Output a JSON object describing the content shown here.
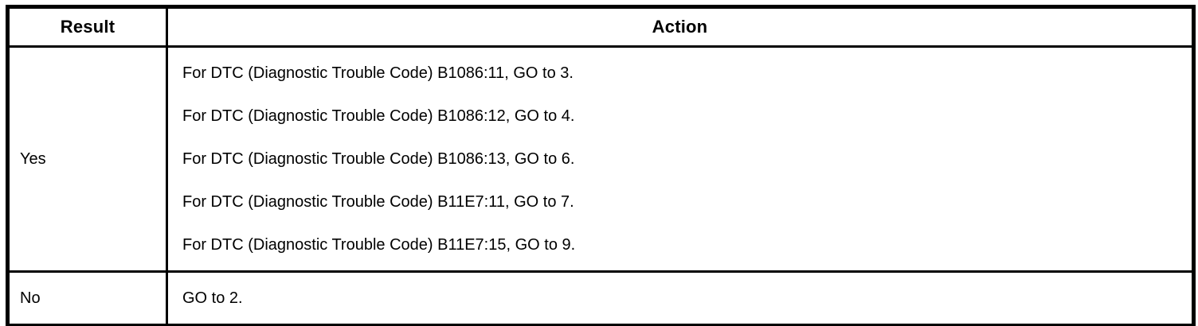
{
  "table": {
    "headers": [
      {
        "label": "Result"
      },
      {
        "label": "Action"
      }
    ],
    "rows": [
      {
        "result": "Yes",
        "actions": [
          "For DTC (Diagnostic Trouble Code) B1086:11, GO to 3.",
          "For DTC (Diagnostic Trouble Code) B1086:12, GO to 4.",
          "For DTC (Diagnostic Trouble Code) B1086:13, GO to 6.",
          "For DTC (Diagnostic Trouble Code) B11E7:11, GO to 7.",
          "For DTC (Diagnostic Trouble Code) B11E7:15, GO to 9."
        ]
      },
      {
        "result": "No",
        "actions": [
          "GO to 2."
        ]
      }
    ],
    "colors": {
      "border": "#000000",
      "background": "#ffffff",
      "text": "#000000"
    }
  }
}
